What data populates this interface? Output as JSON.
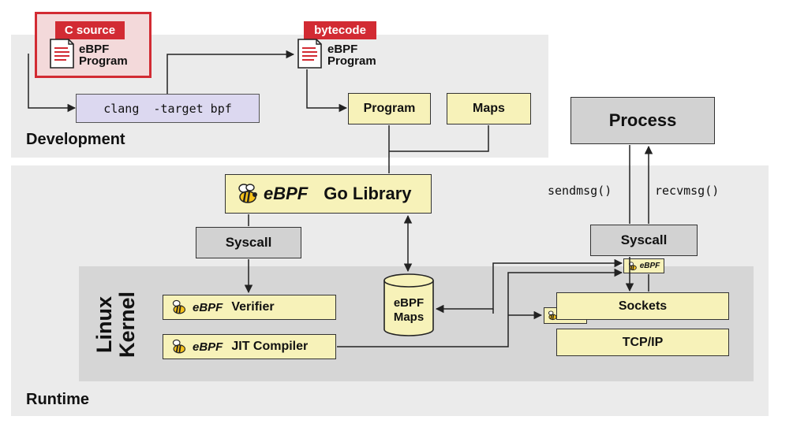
{
  "colors": {
    "panel": "#ebebeb",
    "kernel": "#d6d6d6",
    "yellow_box": "#f7f2b9",
    "gray_box": "#d2d2d2",
    "clang_box": "#dcd8f0",
    "tag_red": "#d22b33",
    "line": "#222222"
  },
  "development": {
    "label": "Development",
    "c_source_tag": "C source",
    "bytecode_tag": "bytecode",
    "doc_label_line1": "eBPF",
    "doc_label_line2": "Program",
    "clang_command": "clang  -target bpf",
    "program_box": "Program",
    "maps_box": "Maps"
  },
  "runtime": {
    "label": "Runtime",
    "library_suffix": "Go Library",
    "syscall_left": "Syscall",
    "syscall_right": "Syscall",
    "process": "Process",
    "sendmsg": "sendmsg()",
    "recvmsg": "recvmsg()",
    "ebpf_maps_line1": "eBPF",
    "ebpf_maps_line2": "Maps",
    "sockets": "Sockets",
    "tcpip": "TCP/IP"
  },
  "kernel": {
    "label_line1": "Linux",
    "label_line2": "Kernel",
    "verifier": "Verifier",
    "jit": "JIT Compiler"
  },
  "ebpf_logo_text": "eBPF",
  "icons": [
    "document-icon",
    "bee-icon"
  ]
}
